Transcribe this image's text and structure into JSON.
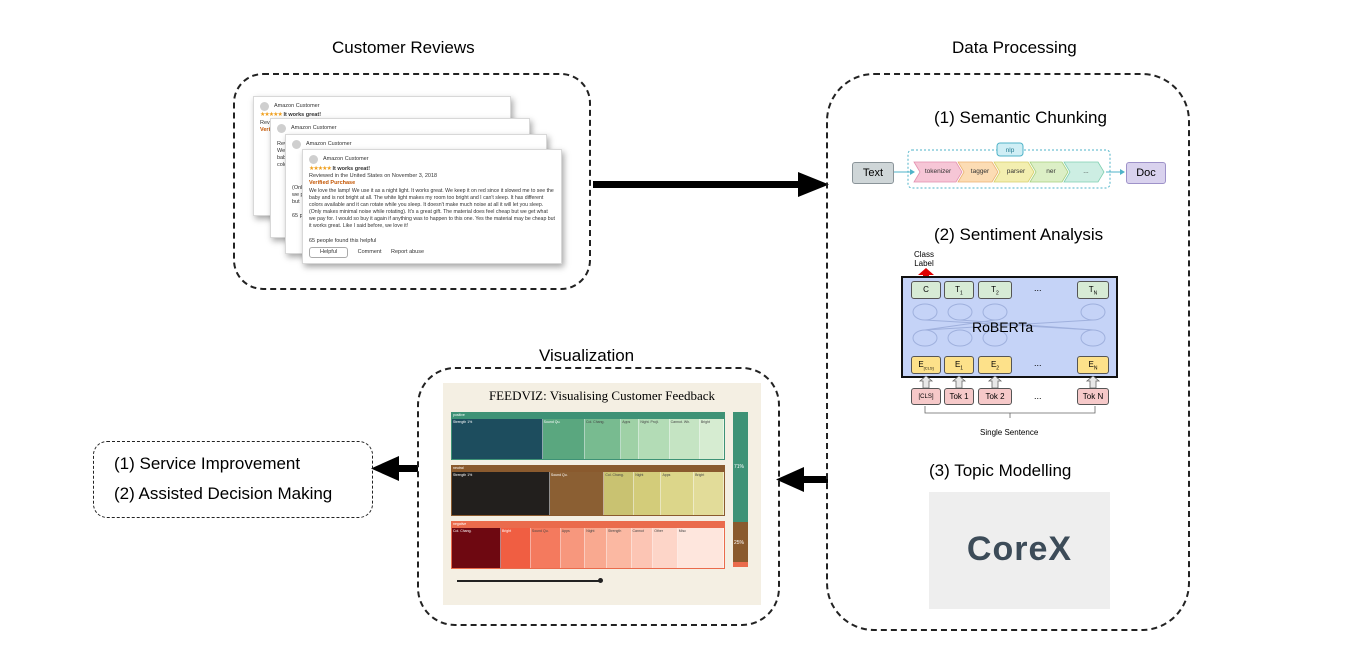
{
  "sections": {
    "customer_reviews": "Customer Reviews",
    "data_processing": "Data Processing",
    "visualization": "Visualization"
  },
  "review_card": {
    "reviewer": "Amazon Customer",
    "stars": "★★★★★",
    "headline": "It works great!",
    "reviewed_line": "Reviewed in the United States on November 3, 2018",
    "verified": "Verified Purchase",
    "body": "We love the lamp! We use it as a night light. It works great. We keep it on red since it slowed me to see the baby and is not bright at all. The white light makes my room too bright and I can't sleep. It has different colors available and it can rotate while you sleep. It doesn't make much noise at all it will let you sleep. (Only makes minimal noise while rotating). It's a great gift. The material does feel cheap but we get what we pay for. I would so buy it again if anything was to happen to this one. Yes the material may be cheap but it works great. Like I said before, we love it!",
    "helpful_count": "65 people found this helpful",
    "helpful_btn": "Helpful",
    "comment": "Comment",
    "report": "Report abuse",
    "back_reviewed": "Revi",
    "back_verified": "Verifi",
    "back_lines": [
      "We l",
      "baby",
      "colo",
      "(Onl",
      "we p",
      "but"
    ],
    "back_count": "65 p"
  },
  "semantic_chunking": {
    "title": "(1) Semantic Chunking",
    "input": "Text",
    "output": "Doc",
    "group": "nlp",
    "steps": [
      "tokenizer",
      "tagger",
      "parser",
      "ner",
      "..."
    ]
  },
  "sentiment": {
    "title": "(2) Sentiment Analysis",
    "class_label": [
      "Class",
      "Label"
    ],
    "model": "RoBERTa",
    "top_tokens": [
      "C",
      "T",
      "T",
      "...",
      "T"
    ],
    "top_subs": [
      "",
      "1",
      "2",
      "",
      "N"
    ],
    "embed_tokens": [
      "E",
      "E",
      "E",
      "...",
      "E"
    ],
    "embed_subs": [
      "[CLS]",
      "1",
      "2",
      "",
      "N"
    ],
    "input_tokens": [
      "[CLS]",
      "Tok 1",
      "Tok 2",
      "...",
      "Tok N"
    ],
    "sentence": "Single Sentence"
  },
  "topic": {
    "title": "(3) Topic Modelling",
    "logo": "CoreX"
  },
  "feedviz": {
    "title": "FEEDVIZ: Visualising Customer Feedback",
    "pct_top": "71%",
    "pct_mid": "25%",
    "rows": [
      {
        "name": "positive",
        "color": "#3e9276",
        "cells": [
          {
            "label": "Strength 1%",
            "w": 30,
            "color": "#1d4d5e"
          },
          {
            "label": "Sound Qu.",
            "w": 14,
            "color": "#5aa77f"
          },
          {
            "label": "Col. Chang.",
            "w": 12,
            "color": "#78bb90"
          },
          {
            "label": "Apps",
            "w": 6,
            "color": "#9fd1a6"
          },
          {
            "label": "Night. Projt.",
            "w": 10,
            "color": "#b3dcb6"
          },
          {
            "label": "Cannot. Wh.",
            "w": 10,
            "color": "#c5e4c3"
          },
          {
            "label": "Bright",
            "w": 8,
            "color": "#d6ecd1"
          }
        ]
      },
      {
        "name": "neutral",
        "color": "#8a5a2e",
        "cells": [
          {
            "label": "Strength 1%",
            "w": 36,
            "color": "#221f1d"
          },
          {
            "label": "Sound Qu.",
            "w": 20,
            "color": "#8b5f33"
          },
          {
            "label": "Col. Chang.",
            "w": 11,
            "color": "#c9c271"
          },
          {
            "label": "Night",
            "w": 10,
            "color": "#d3cc7a"
          },
          {
            "label": "Apps",
            "w": 12,
            "color": "#dcd68a"
          },
          {
            "label": "Bright",
            "w": 11,
            "color": "#e2dc99"
          }
        ]
      },
      {
        "name": "negative",
        "color": "#ea6b4c",
        "cells": [
          {
            "label": "Col. Chang.",
            "w": 18,
            "color": "#6e0811"
          },
          {
            "label": "Bright",
            "w": 11,
            "color": "#f05e42"
          },
          {
            "label": "Sound Qu.",
            "w": 11,
            "color": "#f47a5e"
          },
          {
            "label": "Apps",
            "w": 9,
            "color": "#f7977d"
          },
          {
            "label": "Night",
            "w": 8,
            "color": "#f9a990"
          },
          {
            "label": "Strength",
            "w": 9,
            "color": "#fbb8a2"
          },
          {
            "label": "Cannot",
            "w": 8,
            "color": "#fcc5b4"
          },
          {
            "label": "Other",
            "w": 9,
            "color": "#fdd5c8"
          },
          {
            "label": "Misc",
            "w": 17,
            "color": "#fee6dd"
          }
        ]
      }
    ]
  },
  "outcomes": [
    "(1) Service Improvement",
    "(2) Assisted Decision Making"
  ],
  "colors": {
    "nlp_pink": "#f6c6d6",
    "nlp_orange": "#fcdcb4",
    "nlp_yellow": "#f3eeb0",
    "nlp_green": "#dcefc6",
    "nlp_teal": "#cdeee3",
    "doc_purple": "#d9d2ee",
    "roberta_bg": "#c5d3f7",
    "green_token": "#d7ebd5",
    "yellow_token": "#fde18a",
    "pink_token": "#f6c9c9"
  }
}
